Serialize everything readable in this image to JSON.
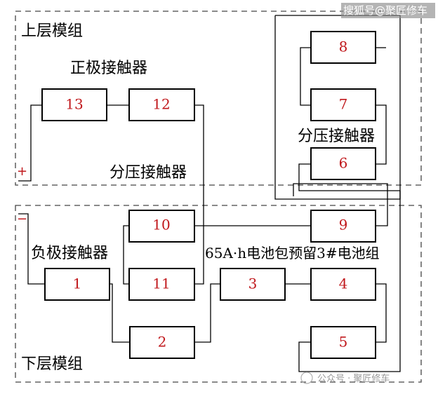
{
  "labels": {
    "upper_module": "上层模组",
    "lower_module": "下层模组",
    "positive_contactor": "正极接触器",
    "negative_contactor": "负极接触器",
    "divider_contactor_left": "分压接触器",
    "divider_contactor_right": "分压接触器",
    "reserved_pack": "65A·h电池包预留3#电池组"
  },
  "terminals": {
    "positive": "+",
    "negative": "−"
  },
  "modules": [
    {
      "id": "m1",
      "label": "1"
    },
    {
      "id": "m2",
      "label": "2"
    },
    {
      "id": "m3",
      "label": "3"
    },
    {
      "id": "m4",
      "label": "4"
    },
    {
      "id": "m5",
      "label": "5"
    },
    {
      "id": "m6",
      "label": "6"
    },
    {
      "id": "m7",
      "label": "7"
    },
    {
      "id": "m8",
      "label": "8"
    },
    {
      "id": "m9",
      "label": "9"
    },
    {
      "id": "m10",
      "label": "10"
    },
    {
      "id": "m11",
      "label": "11"
    },
    {
      "id": "m12",
      "label": "12"
    },
    {
      "id": "m13",
      "label": "13"
    }
  ],
  "watermark": {
    "top": "搜狐号@聚匠修车",
    "bottom": "公众号 · 聚匠修车"
  },
  "colors": {
    "number": "#c0181c",
    "line": "#000000"
  }
}
